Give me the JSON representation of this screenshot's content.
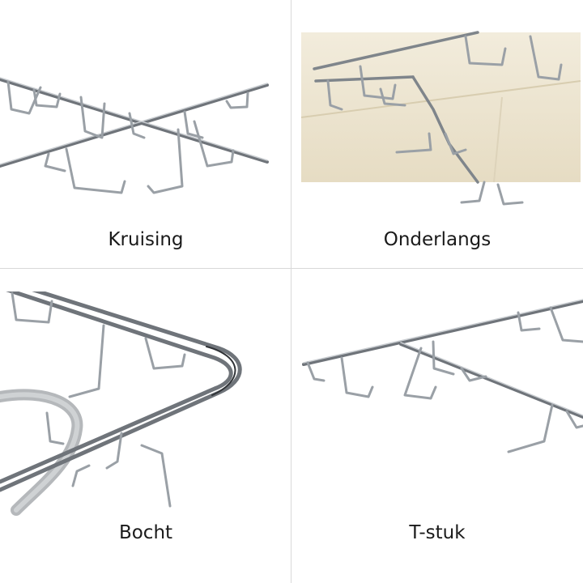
{
  "panels": [
    {
      "id": "kruising",
      "label": "Kruising"
    },
    {
      "id": "onderlangs",
      "label": "Onderlangs"
    },
    {
      "id": "bocht",
      "label": "Bocht"
    },
    {
      "id": "t-stuk",
      "label": "T-stuk"
    }
  ],
  "colors": {
    "wire": "#9aa0a6",
    "wire_dark": "#5f6368",
    "ceiling": "#efe8d6",
    "cable": "#b5b8bb"
  }
}
